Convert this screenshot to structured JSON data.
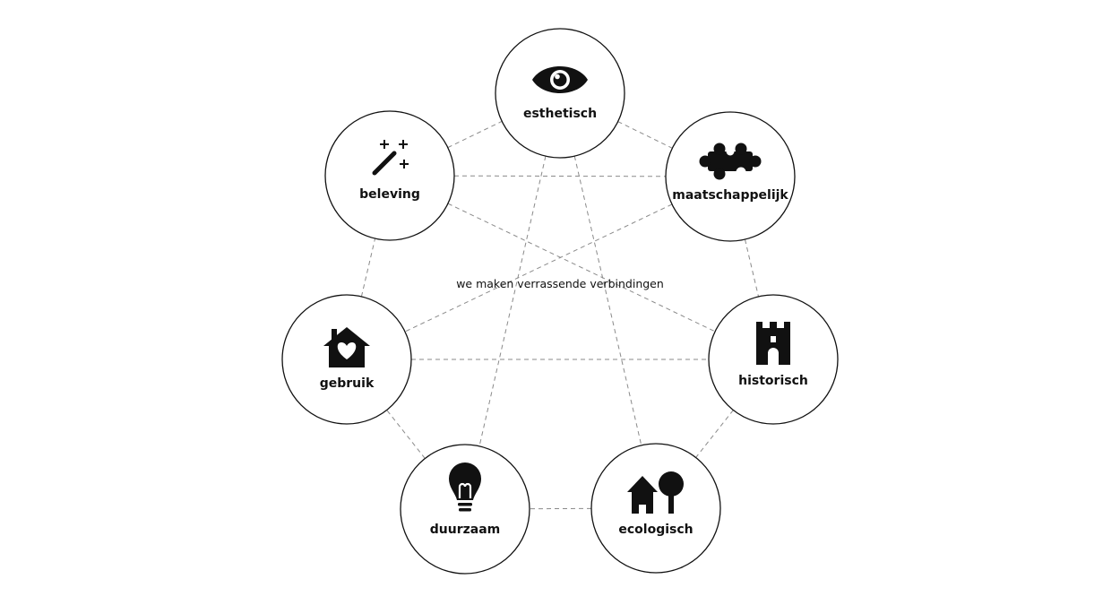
{
  "center_text": "we maken verrassende verbindingen",
  "colors": {
    "ink": "#111111",
    "connector": "#8a8a8a",
    "background": "#ffffff"
  },
  "nodes": [
    {
      "id": "esthetisch",
      "label": "esthetisch",
      "icon": "eye-icon"
    },
    {
      "id": "maatschappelijk",
      "label": "maatschappelijk",
      "icon": "puzzle-icon"
    },
    {
      "id": "historisch",
      "label": "historisch",
      "icon": "castle-tower-icon"
    },
    {
      "id": "ecologisch",
      "label": "ecologisch",
      "icon": "house-tree-icon"
    },
    {
      "id": "duurzaam",
      "label": "duurzaam",
      "icon": "lightbulb-icon"
    },
    {
      "id": "gebruik",
      "label": "gebruik",
      "icon": "house-heart-icon"
    },
    {
      "id": "beleving",
      "label": "beleving",
      "icon": "magic-wand-icon"
    }
  ],
  "connections": [
    [
      "esthetisch",
      "maatschappelijk"
    ],
    [
      "maatschappelijk",
      "historisch"
    ],
    [
      "historisch",
      "ecologisch"
    ],
    [
      "ecologisch",
      "duurzaam"
    ],
    [
      "duurzaam",
      "gebruik"
    ],
    [
      "gebruik",
      "beleving"
    ],
    [
      "beleving",
      "esthetisch"
    ],
    [
      "esthetisch",
      "ecologisch"
    ],
    [
      "esthetisch",
      "duurzaam"
    ],
    [
      "beleving",
      "maatschappelijk"
    ],
    [
      "beleving",
      "historisch"
    ],
    [
      "maatschappelijk",
      "gebruik"
    ],
    [
      "gebruik",
      "historisch"
    ]
  ]
}
